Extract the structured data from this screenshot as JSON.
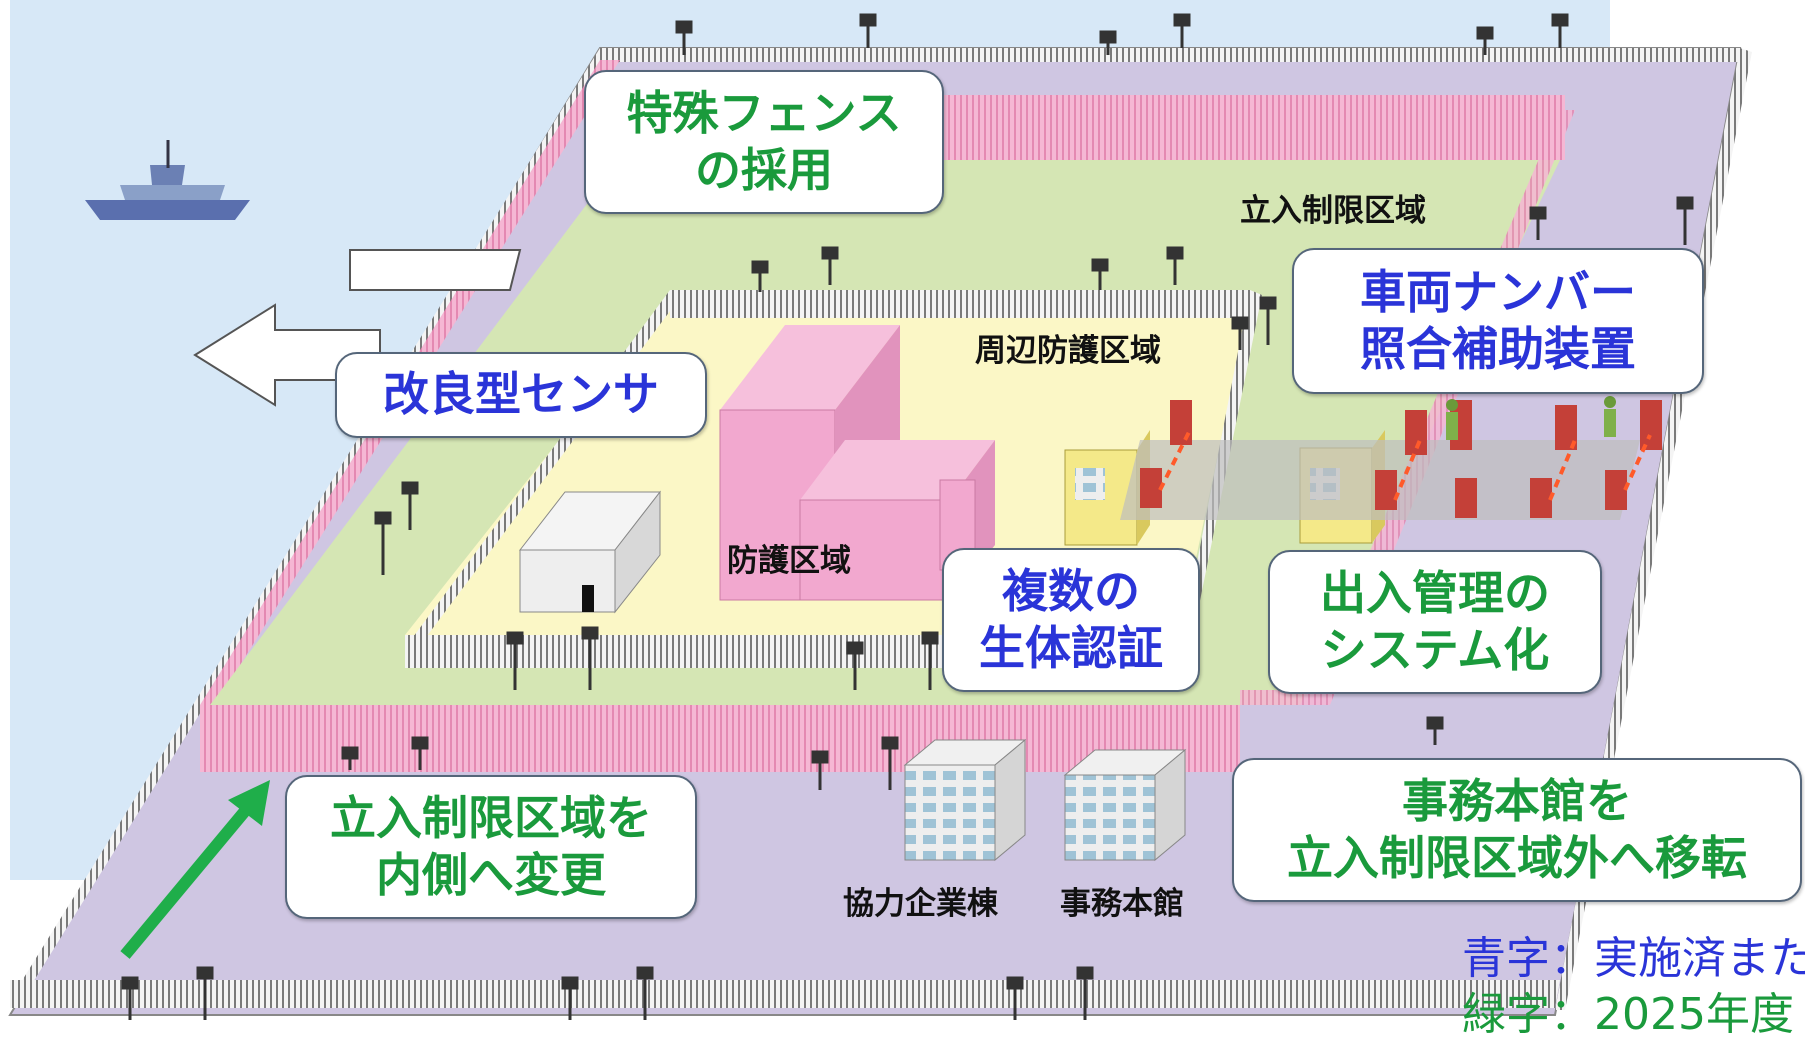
{
  "colors": {
    "blue_text": "#2a34d8",
    "green_text": "#1a9a3c",
    "sea": "#d7e8f7",
    "outer_ground": "#cfc6e2",
    "restricted_area": "#d5e6b4",
    "protected_perimeter": "#fbf7c6",
    "pink_fence": "#f5b7d4",
    "building_pink": "#f2a8cf",
    "gate_red": "#c44038"
  },
  "callouts": {
    "special_fence": "特殊フェンス\nの採用",
    "improved_sensor": "改良型センサ",
    "vehicle_number": "車両ナンバー\n照合補助装置",
    "biometric": "複数の\n生体認証",
    "entry_management": "出入管理の\nシステム化",
    "restricted_inward": "立入制限区域を\n内側へ変更",
    "relocate_office": "事務本館を\n立入制限区域外へ移転"
  },
  "zones": {
    "restricted": "立入制限区域",
    "perimeter": "周辺防護区域",
    "protected": "防護区域",
    "partner_building": "協力企業棟",
    "main_office": "事務本館"
  },
  "legend": {
    "blue": "青字：実施済また",
    "green": "緑字：2025年度"
  },
  "icons": [
    "ship-icon",
    "arrow-icon",
    "camera-icon",
    "person-icon"
  ]
}
